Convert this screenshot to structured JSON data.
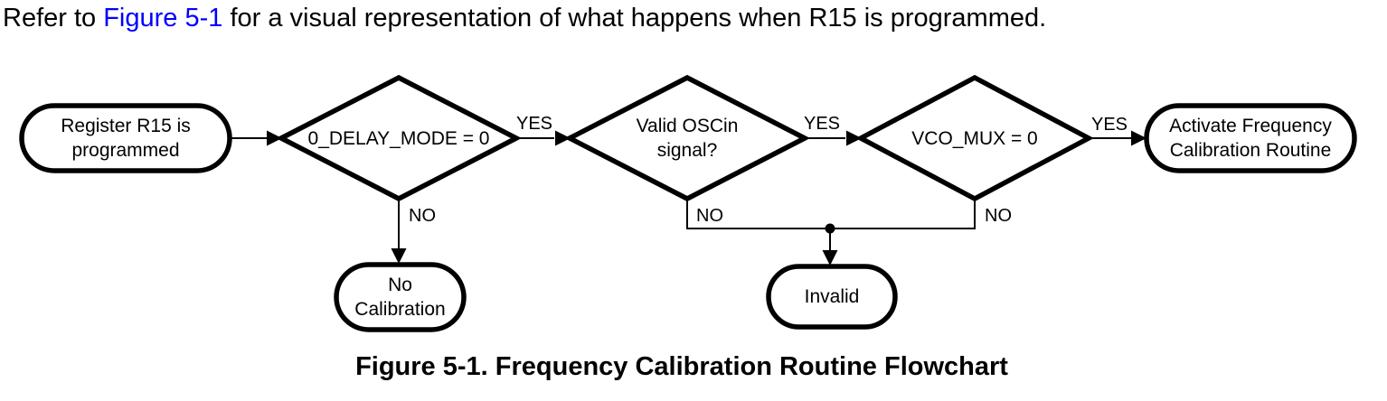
{
  "intro": {
    "prefix": "Refer to ",
    "link_text": "Figure 5-1",
    "suffix": " for a visual representation of what happens when R15 is programmed."
  },
  "flowchart": {
    "nodes": {
      "start": "Register R15 is\nprogrammed",
      "decision_delay_mode": "0_DELAY_MODE = 0",
      "decision_valid_oscin": "Valid OSCin\nsignal?",
      "decision_vco_mux": "VCO_MUX = 0",
      "no_calibration": "No\nCalibration",
      "invalid": "Invalid",
      "activate": "Activate Frequency\nCalibration Routine"
    },
    "edge_labels": {
      "yes": "YES",
      "no": "NO"
    }
  },
  "caption": "Figure 5-1. Frequency Calibration Routine Flowchart",
  "colors": {
    "ink": "#000000",
    "link_blue": "#0000ff",
    "background": "#ffffff"
  }
}
